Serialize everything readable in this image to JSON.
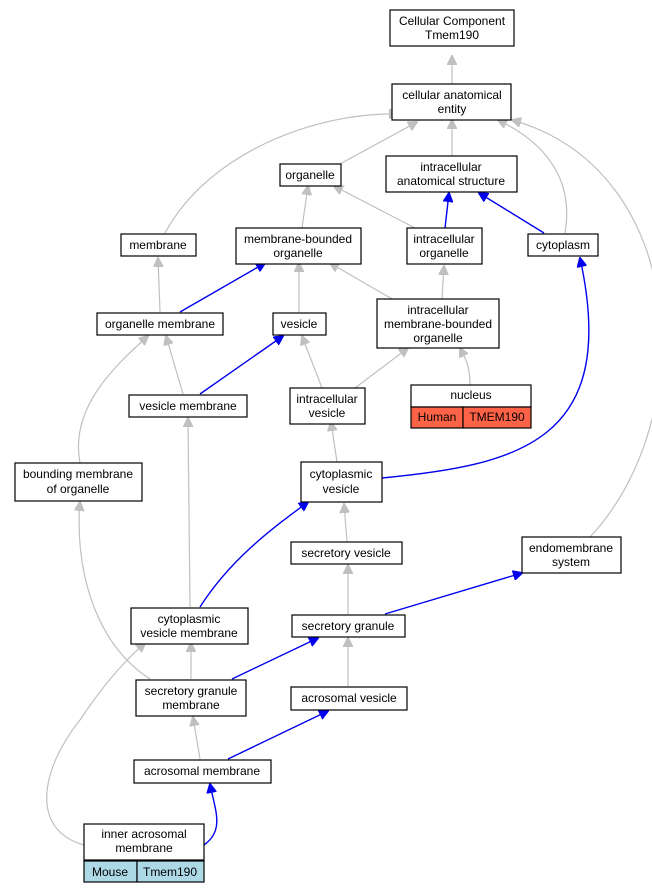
{
  "nodes": {
    "root": [
      "Cellular Component",
      "Tmem190"
    ],
    "cae": [
      "cellular anatomical",
      "entity"
    ],
    "organelle": [
      "organelle"
    ],
    "ias": [
      "intracellular",
      "anatomical structure"
    ],
    "membrane": [
      "membrane"
    ],
    "mbo": [
      "membrane-bounded",
      "organelle"
    ],
    "io": [
      "intracellular",
      "organelle"
    ],
    "cytoplasm": [
      "cytoplasm"
    ],
    "om": [
      "organelle membrane"
    ],
    "vesicle": [
      "vesicle"
    ],
    "imbo": [
      "intracellular",
      "membrane-bounded",
      "organelle"
    ],
    "nucleus": [
      "nucleus"
    ],
    "vm": [
      "vesicle membrane"
    ],
    "iv": [
      "intracellular",
      "vesicle"
    ],
    "bmo": [
      "bounding membrane",
      "of organelle"
    ],
    "cv": [
      "cytoplasmic",
      "vesicle"
    ],
    "sv": [
      "secretory vesicle"
    ],
    "es": [
      "endomembrane",
      "system"
    ],
    "cvm": [
      "cytoplasmic",
      "vesicle membrane"
    ],
    "sg": [
      "secretory granule"
    ],
    "sgm": [
      "secretory granule",
      "membrane"
    ],
    "av": [
      "acrosomal vesicle"
    ],
    "am": [
      "acrosomal membrane"
    ],
    "iam": [
      "inner acrosomal",
      "membrane"
    ]
  },
  "annotations": {
    "nucleus": {
      "species": "Human",
      "gene": "TMEM190",
      "color": "#ff6347"
    },
    "iam": {
      "species": "Mouse",
      "gene": "Tmem190",
      "color": "#add8e6"
    }
  },
  "colors": {
    "gray_edge": "#c0c0c0",
    "blue_edge": "#0000ee"
  }
}
